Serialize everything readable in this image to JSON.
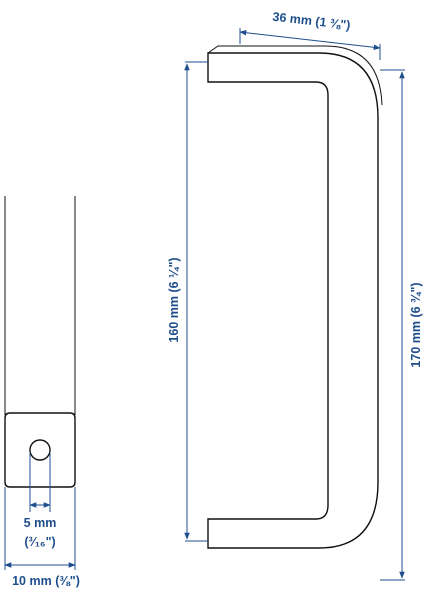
{
  "dimensions": {
    "width_top": "36 mm (1 ⅜\")",
    "inner_length": "160 mm (6 ¼\")",
    "total_length": "170 mm (6 ¾\")",
    "hole_diameter_mm": "5 mm",
    "hole_diameter_in": "(³⁄₁₆\")",
    "bar_thickness": "10 mm (⅜\")"
  },
  "colors": {
    "dimension": "#1f4e8c",
    "outline": "#111111"
  }
}
